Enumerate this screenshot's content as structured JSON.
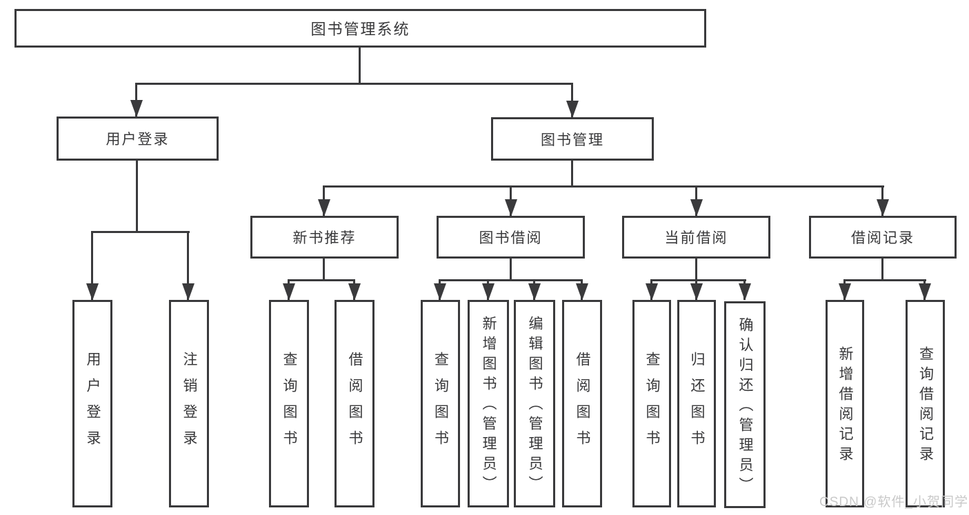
{
  "diagram": {
    "root": {
      "label": "图书管理系统"
    },
    "level2": [
      {
        "label": "用户登录"
      },
      {
        "label": "图书管理"
      }
    ],
    "level3": [
      {
        "label": "新书推荐"
      },
      {
        "label": "图书借阅"
      },
      {
        "label": "当前借阅"
      },
      {
        "label": "借阅记录"
      }
    ],
    "leaves": {
      "user_login": [
        "用户登录",
        "注销登录"
      ],
      "new_book_recommend": [
        "查询图书",
        "借阅图书"
      ],
      "book_borrow": [
        "查询图书",
        "新增图书（管理员）",
        "编辑图书（管理员）",
        "借阅图书"
      ],
      "current_borrow": [
        "查询图书",
        "归还图书",
        "确认归还（管理员）"
      ],
      "borrow_records": [
        "新增借阅记录",
        "查询借阅记录"
      ]
    }
  },
  "watermark": {
    "text": "CSDN @软件_小贺同学"
  },
  "colors": {
    "line": "#3a3a3c",
    "text": "#38383a",
    "watermark": "#c9c9c9",
    "background": "#ffffff"
  }
}
